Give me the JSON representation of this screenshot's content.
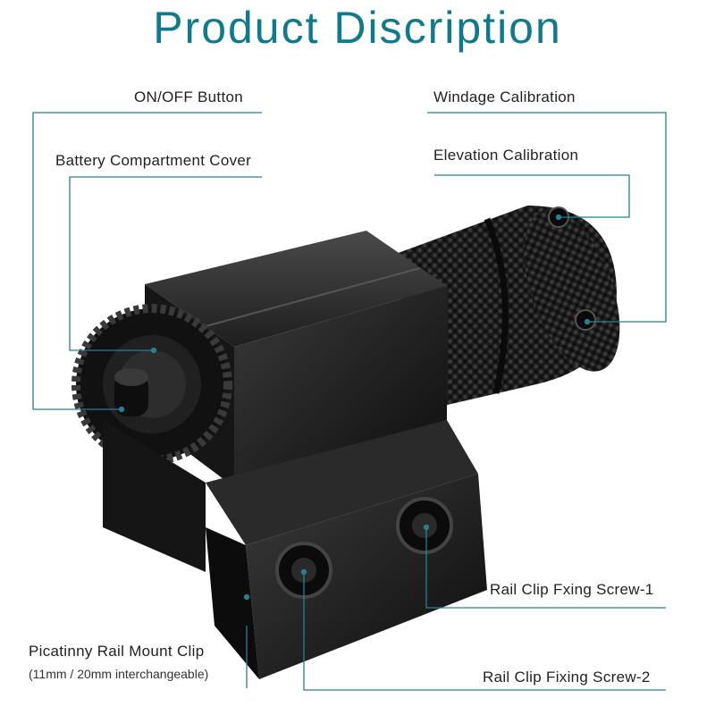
{
  "title": "Product Discription",
  "labels": {
    "on_off": "ON/OFF Button",
    "battery": "Battery Compartment Cover",
    "windage": "Windage Calibration",
    "elevation": "Elevation Calibration",
    "screw1": "Rail Clip Fxing Screw-1",
    "screw2": "Rail Clip Fixing Screw-2",
    "rail_mount": "Picatinny Rail Mount Clip",
    "rail_mount_sub": "(11mm / 20mm interchangeable)"
  },
  "colors": {
    "accent": "#0f7a8c",
    "callout": "#2a7f8f",
    "product": "#1a1a1a"
  }
}
